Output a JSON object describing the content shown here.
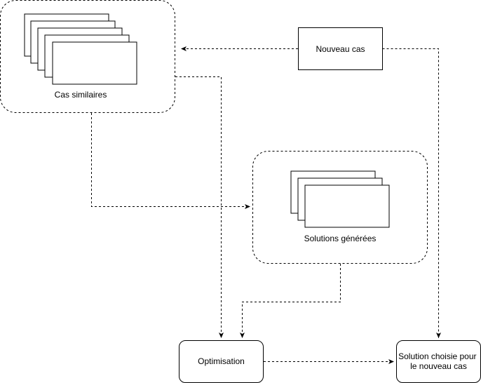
{
  "nodes": {
    "cas_similaires": {
      "label": "Cas similaires"
    },
    "nouveau_cas": {
      "label": "Nouveau cas"
    },
    "solutions_generees": {
      "label": "Solutions générées"
    },
    "optimisation": {
      "label": "Optimisation"
    },
    "solution_choisie": {
      "label_line1": "Solution choisie pour",
      "label_line2": "le nouveau cas"
    }
  },
  "colors": {
    "stroke": "#000000",
    "fill": "#ffffff"
  }
}
